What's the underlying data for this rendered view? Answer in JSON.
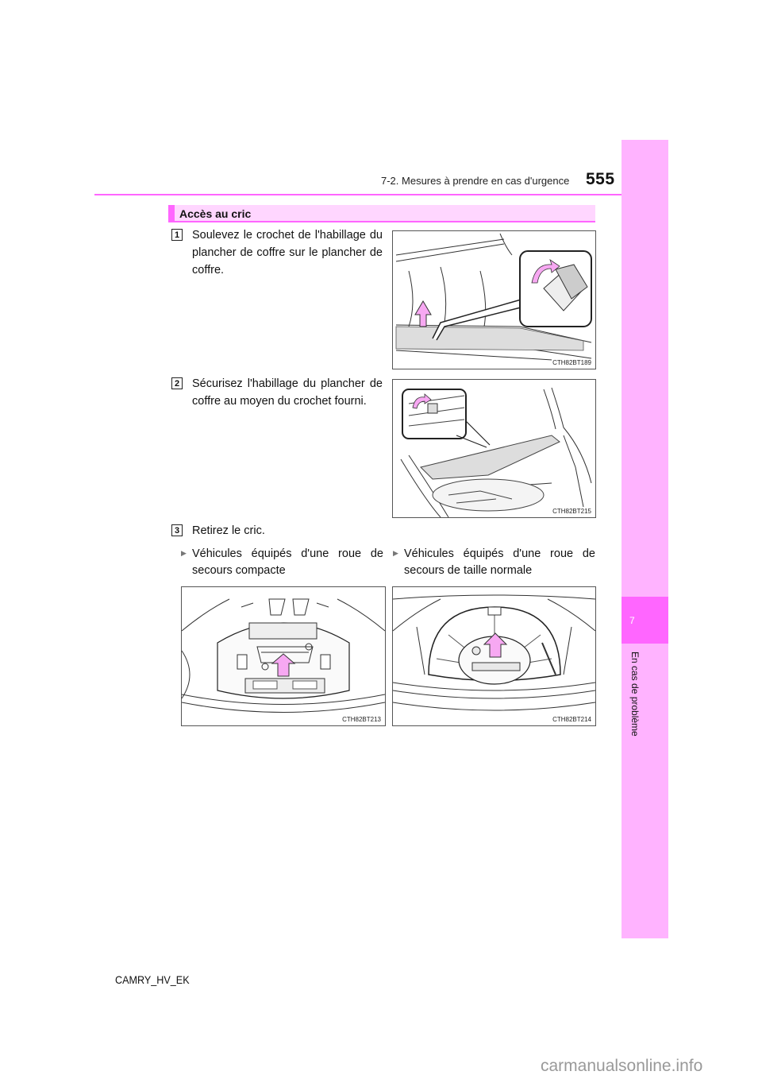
{
  "header": {
    "section_title": "7-2. Mesures à prendre en cas d'urgence",
    "page_number": "555",
    "accent_color": "#ff66ff"
  },
  "sidebar": {
    "chapter_number": "7",
    "chapter_title": "En cas de problème",
    "bg_color": "#ffb3ff",
    "active_color": "#ff66ff"
  },
  "section": {
    "title": "Accès au cric"
  },
  "steps": [
    {
      "number": "1",
      "text": "Soulevez le crochet de l'habillage du plancher de coffre sur le plancher de coffre.",
      "figure_code": "CTH82BT189"
    },
    {
      "number": "2",
      "text": "Sécurisez l'habillage du plancher de coffre au moyen du crochet fourni.",
      "figure_code": "CTH82BT215"
    },
    {
      "number": "3",
      "text": "Retirez le cric."
    }
  ],
  "variants": [
    {
      "bullet_icon": "triangle-right-icon",
      "text": "Véhicules équipés d'une roue de secours compacte",
      "figure_code": "CTH82BT213"
    },
    {
      "bullet_icon": "triangle-right-icon",
      "text": "Véhicules équipés d'une roue de secours de taille normale",
      "figure_code": "CTH82BT214"
    }
  ],
  "footer": {
    "model_code": "CAMRY_HV_EK"
  },
  "watermark": "carmanualsonline.info"
}
